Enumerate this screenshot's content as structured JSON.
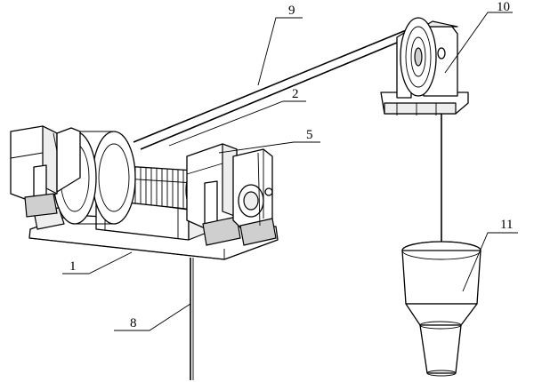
{
  "callouts": [
    {
      "id": "label-1",
      "text": "1"
    },
    {
      "id": "label-2",
      "text": "2"
    },
    {
      "id": "label-5",
      "text": "5"
    },
    {
      "id": "label-8",
      "text": "8"
    },
    {
      "id": "label-9",
      "text": "9"
    },
    {
      "id": "label-10",
      "text": "10"
    },
    {
      "id": "label-11",
      "text": "11"
    }
  ]
}
